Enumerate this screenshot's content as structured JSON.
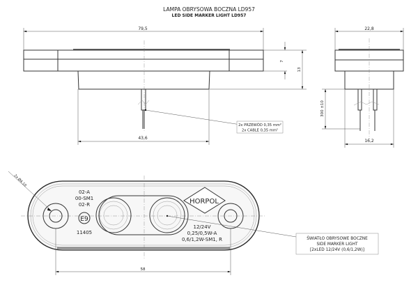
{
  "title": {
    "pl": "LAMPA OBRYSOWA BOCZNA LD957",
    "en": "LED SIDE MARKER LIGHT LD957"
  },
  "dimensions": {
    "overall_length": "79,5",
    "housing_width": "43,6",
    "lens_height": "7",
    "total_height": "13",
    "depth": "22,8",
    "base_depth": "16,2",
    "cable_length": "300 ±10",
    "hole_spacing": "58",
    "hole_diameter": "2x Ø4,10"
  },
  "cable_note": {
    "pl": "2x PRZEWÓD 0,35 mm²",
    "en": "2x CABLE 0,35 mm²"
  },
  "markings": {
    "codes": [
      "02-A",
      "00-SM1",
      "02-R"
    ],
    "approval": "E9",
    "number": "11405",
    "brand": "HORPOL",
    "ratings": [
      "12/24V",
      "0,25/0,5W-A",
      "0,6/1,2W-SM1, R"
    ]
  },
  "product_label": {
    "pl": "ŚWIATŁO OBRYSOWE BOCZNE",
    "en": "SIDE MARKER LIGHT",
    "spec": "[2xLED 12/24V (0,6/1,2W)]"
  }
}
